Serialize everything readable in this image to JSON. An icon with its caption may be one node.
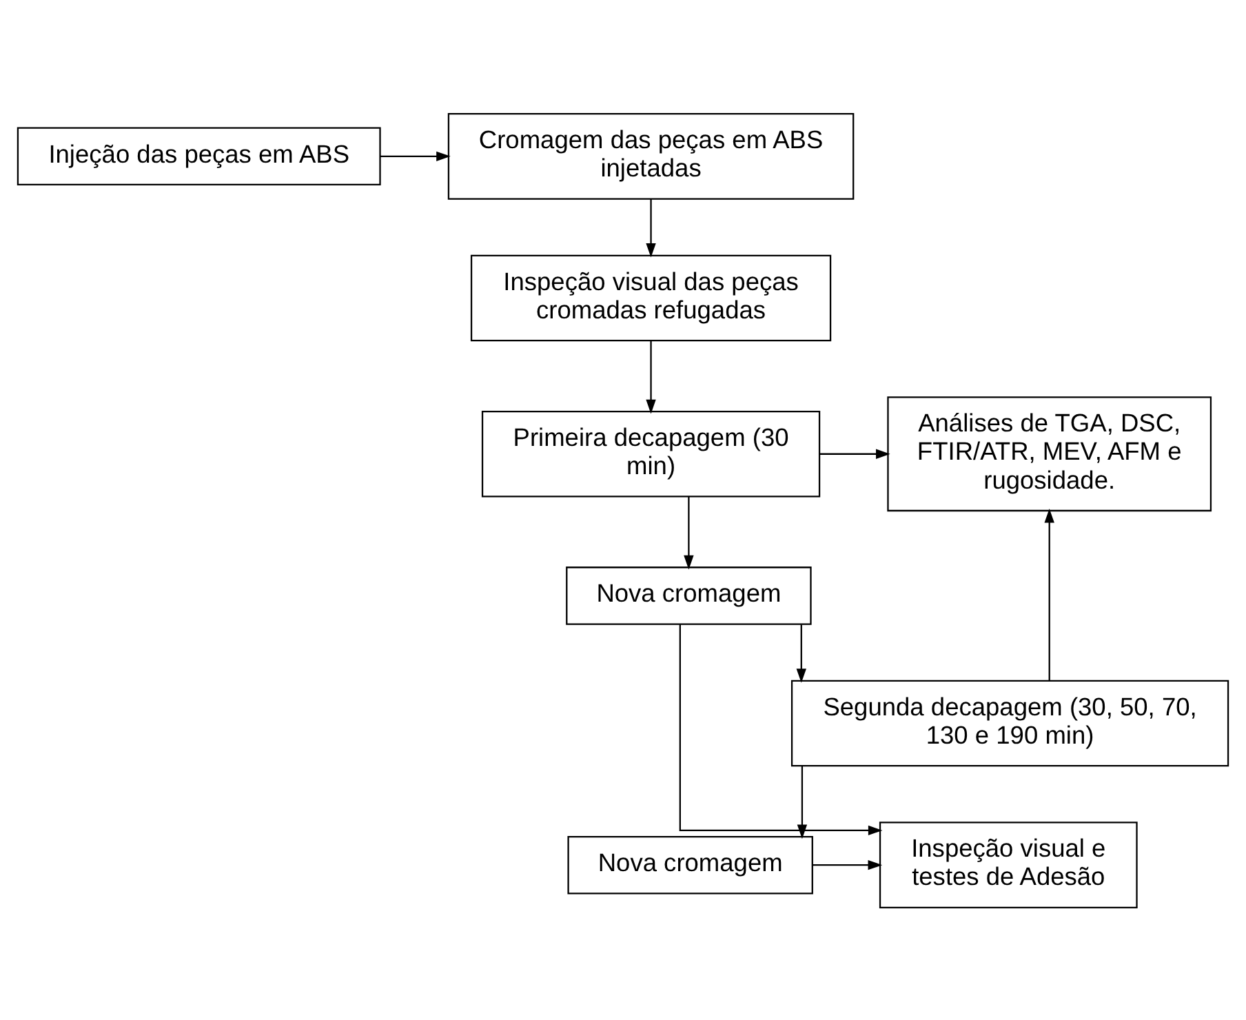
{
  "diagram": {
    "nodes": [
      {
        "text": [
          "Injeção das peças em ABS"
        ]
      },
      {
        "text": [
          "Cromagem das peças em ABS injetadas"
        ]
      },
      {
        "text": [
          "Inspeção visual das peças cromadas refugadas"
        ]
      },
      {
        "text": [
          "Primeira decapagem (30 min)"
        ]
      },
      {
        "text": [
          "Análises de TGA, DSC, FTIR/ATR, MEV, AFM e rugosidade."
        ]
      },
      {
        "text": [
          "Nova cromagem"
        ]
      },
      {
        "text": [
          "Segunda decapagem (30, 50, 70, 130 e 190 min)"
        ]
      },
      {
        "text": [
          "Inspeção visual e testes de Adesão"
        ]
      },
      {
        "text": [
          "Nova cromagem"
        ]
      }
    ],
    "edges": [
      {
        "from": 0,
        "to": 1,
        "arrow": "to"
      },
      {
        "from": 1,
        "to": 2,
        "arrow": "to"
      },
      {
        "from": 2,
        "to": 3,
        "arrow": "to"
      },
      {
        "from": 3,
        "to": 4,
        "arrow": "to"
      },
      {
        "from": 3,
        "to": 5,
        "arrow": "to"
      },
      {
        "from": 5,
        "to": 6,
        "arrow": "to"
      },
      {
        "from": 5,
        "to": 7,
        "arrow": "to"
      },
      {
        "from": 6,
        "to": 4,
        "arrow": "to"
      },
      {
        "from": 6,
        "to": 8,
        "arrow": "to"
      },
      {
        "from": 8,
        "to": 7,
        "arrow": "to"
      }
    ]
  }
}
